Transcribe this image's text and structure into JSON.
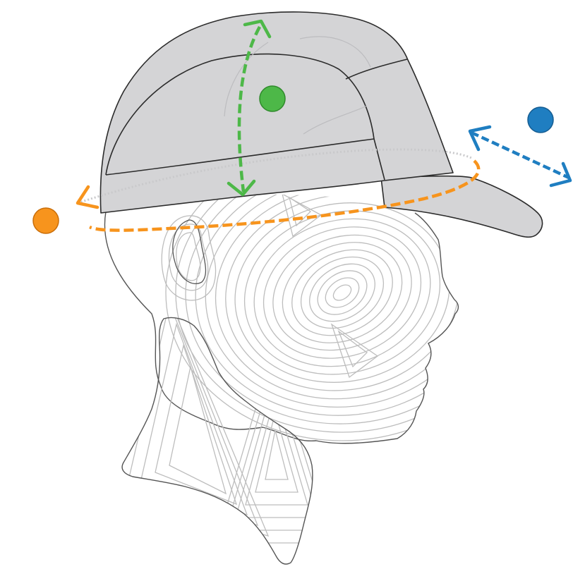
{
  "diagram": {
    "subject": "cap-fit-measurement",
    "colors": {
      "cap_fill": "#d4d4d6",
      "cap_stroke": "#2b2b2b",
      "head_contour": "#bdbdbd",
      "head_outline": "#555555",
      "background": "#ffffff"
    },
    "markers": [
      {
        "id": "crown-depth",
        "color": "#4db848",
        "icon": "double-arrow-vertical"
      },
      {
        "id": "circumference",
        "color": "#f7941d",
        "icon": "ellipse-arrow"
      },
      {
        "id": "brim-length",
        "color": "#1f7ec1",
        "icon": "double-arrow-diagonal"
      }
    ]
  }
}
